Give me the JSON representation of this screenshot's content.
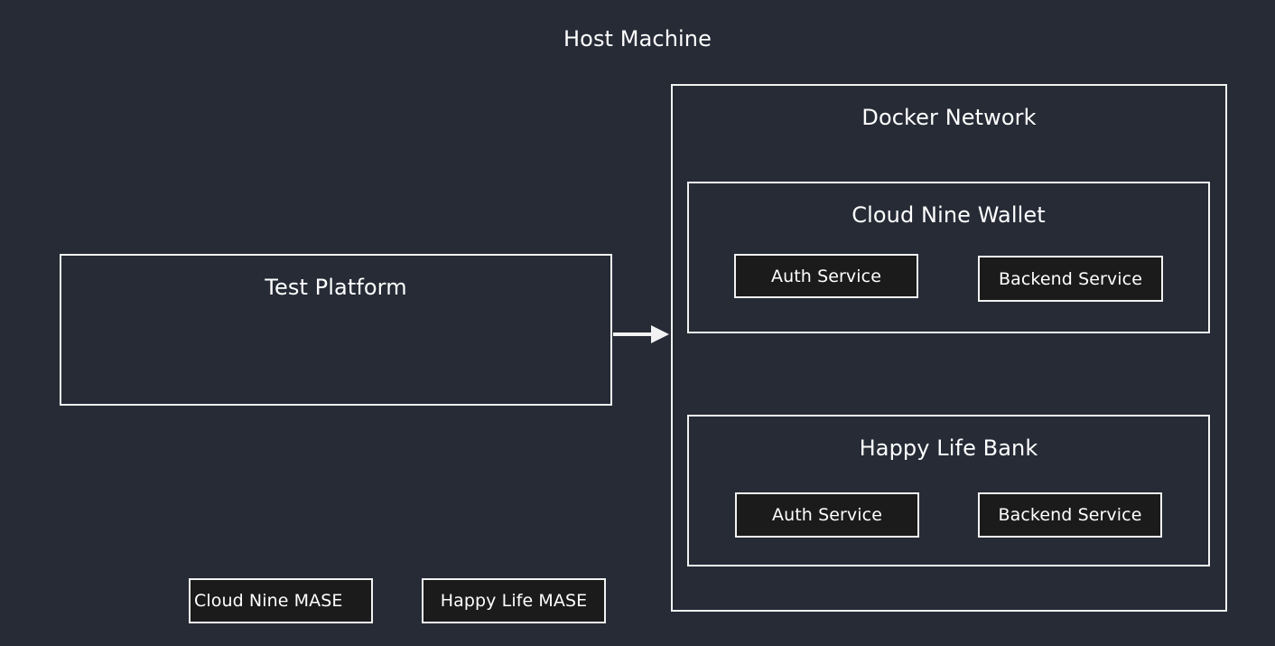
{
  "diagram": {
    "title": "Host Machine",
    "background_color": "#262b36",
    "stroke_color": "#f2f2f3",
    "node_fill_color": "#1b1b1b",
    "text_color": "#ffffff",
    "groups": {
      "test_platform": {
        "label": "Test Platform",
        "nodes": [
          {
            "label": "Cloud Nine MASE"
          },
          {
            "label": "Happy Life MASE"
          }
        ]
      },
      "docker_network": {
        "label": "Docker Network",
        "groups": {
          "cloud_nine_wallet": {
            "label": "Cloud Nine Wallet",
            "nodes": [
              {
                "label": "Auth Service"
              },
              {
                "label": "Backend Service"
              }
            ]
          },
          "happy_life_bank": {
            "label": "Happy Life Bank",
            "nodes": [
              {
                "label": "Auth Service"
              },
              {
                "label": "Backend Service"
              }
            ]
          }
        }
      }
    },
    "edges": [
      {
        "from": "Test Platform",
        "to": "Docker Network",
        "direction": "right",
        "style": "solid"
      }
    ]
  }
}
